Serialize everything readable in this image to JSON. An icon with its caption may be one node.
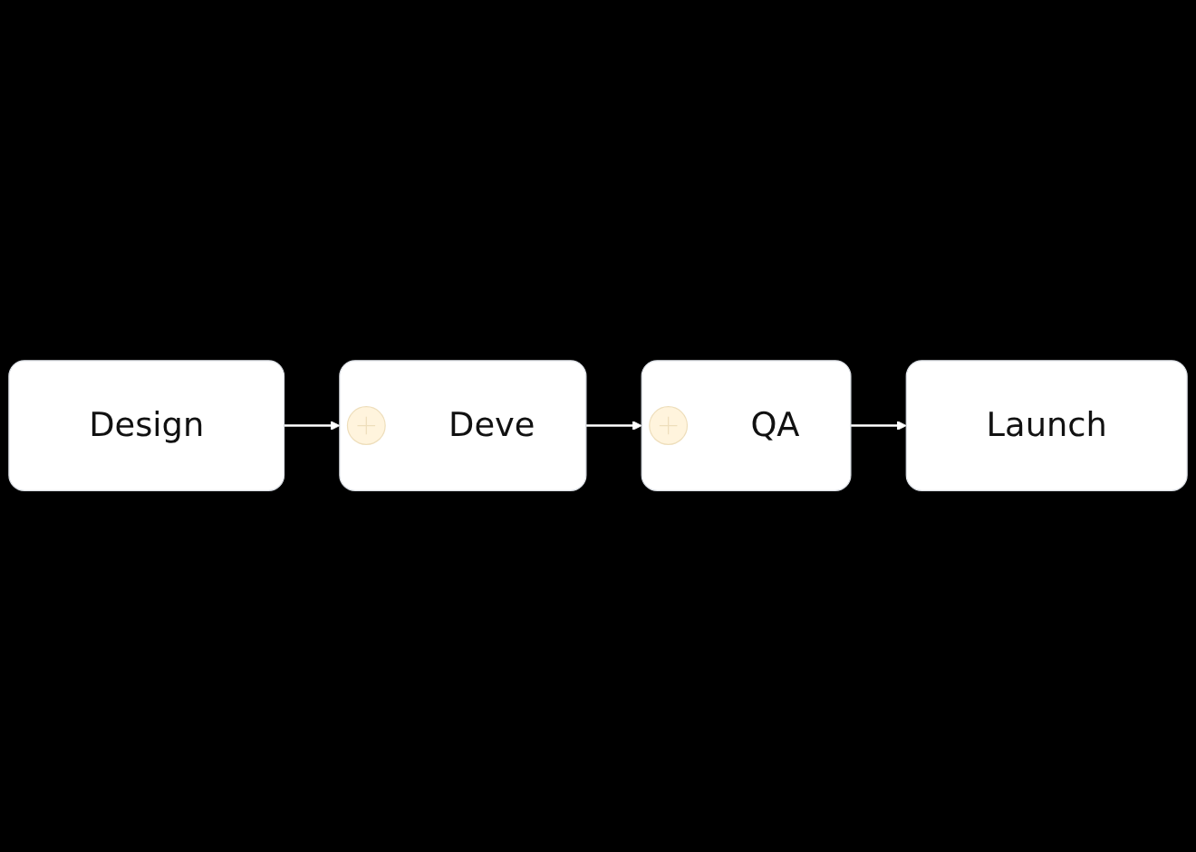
{
  "diagram": {
    "nodes": [
      {
        "text": [
          "Design"
        ]
      },
      {
        "text": [
          "Deve"
        ]
      },
      {
        "text": [
          "QA"
        ]
      },
      {
        "text": [
          "Launch"
        ]
      }
    ],
    "edges": [
      {
        "from": 0,
        "to": 1,
        "arrow": "to"
      },
      {
        "from": 1,
        "to": 2,
        "arrow": "to"
      },
      {
        "from": 2,
        "to": 3,
        "arrow": "to"
      }
    ]
  }
}
